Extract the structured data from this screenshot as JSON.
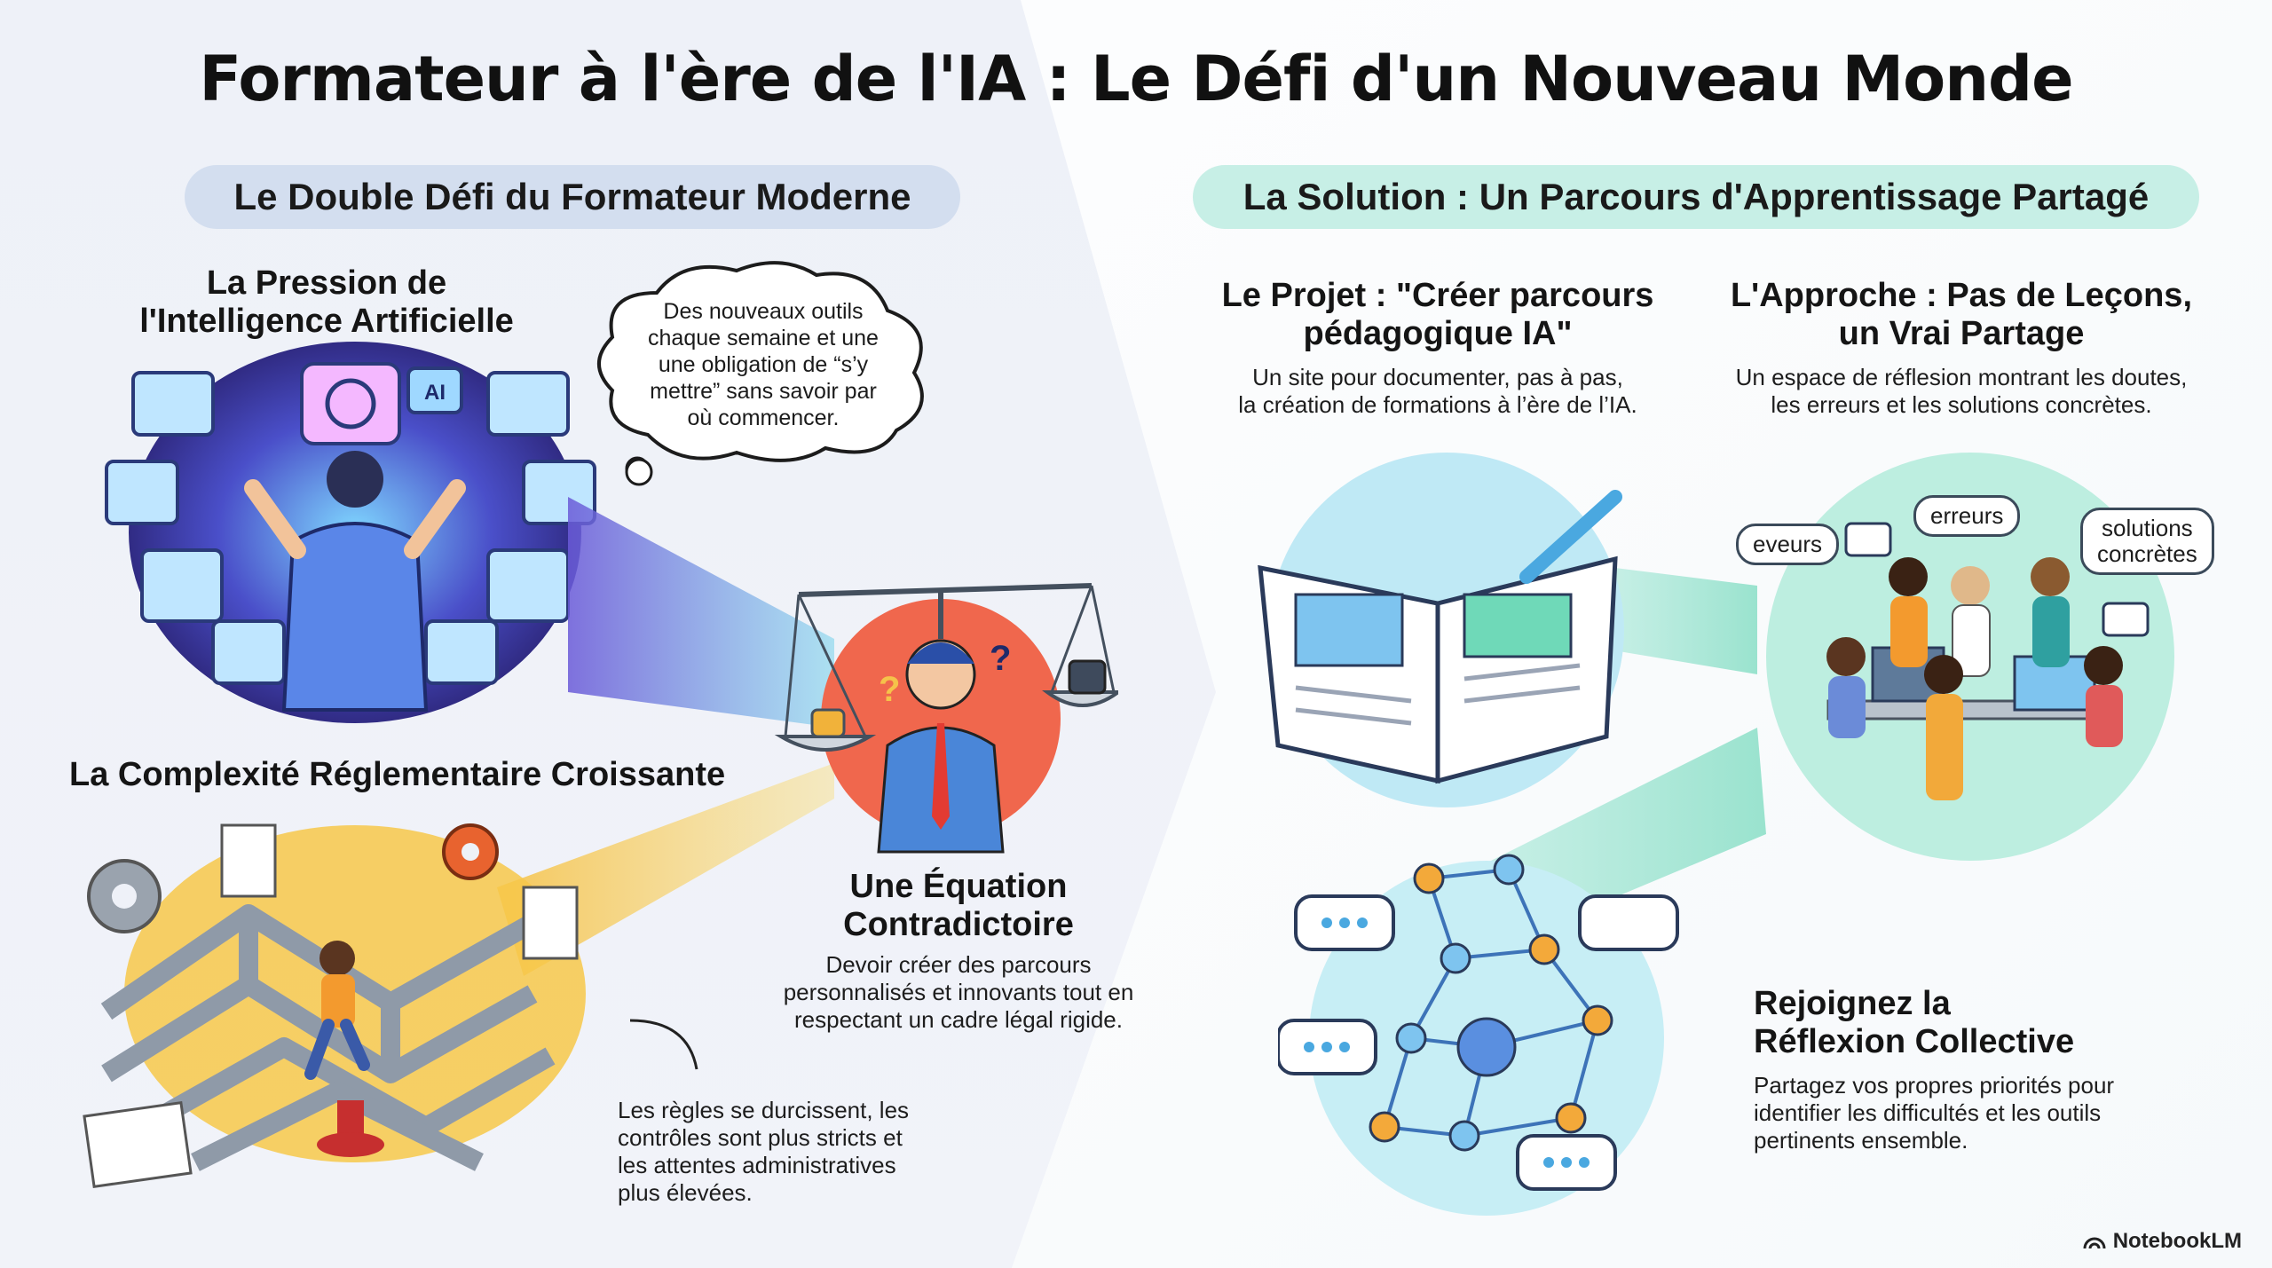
{
  "title": "Formateur à l'ère de l'IA : Le Défi d'un Nouveau Monde",
  "left": {
    "header": "Le Double Défi du Formateur Moderne",
    "ai_pressure": {
      "title_line1": "La Pression de",
      "title_line2": "l'Intelligence Artificielle",
      "thought_line1": "Des nouveaux outils",
      "thought_line2": "chaque semaine et une",
      "thought_line3": "une obligation de “s’y",
      "thought_line4": "mettre” sans savoir par",
      "thought_line5": "où commencer.",
      "badge_ai": "AI"
    },
    "regulation": {
      "title": "La Complexité Réglementaire Croissante",
      "text_line1": "Les règles se durcissent, les",
      "text_line2": "contrôles sont plus stricts et",
      "text_line3": "les attentes administratives",
      "text_line4": "plus élevées."
    },
    "equation": {
      "title_line1": "Une Équation",
      "title_line2": "Contradictoire",
      "text_line1": "Devoir créer des parcours",
      "text_line2": "personnalisés et innovants tout en",
      "text_line3": "respectant un cadre légal rigide."
    }
  },
  "right": {
    "header": "La Solution : Un Parcours d'Apprentissage Partagé",
    "project": {
      "title_line1": "Le Projet : \"Créer parcours",
      "title_line2": "pédagogique IA\"",
      "text_line1": "Un site pour documenter, pas à pas,",
      "text_line2": "la création de formations à l’ère de l’IA."
    },
    "approach": {
      "title_line1": "L'Approche : Pas de Leçons,",
      "title_line2": "un Vrai Partage",
      "text_line1": "Un espace de réflesion montrant les doutes,",
      "text_line2": "les erreurs et les solutions concrètes."
    },
    "chips": {
      "eveurs": "eveurs",
      "erreurs": "erreurs",
      "solutions_line1": "solutions",
      "solutions_line2": "concrètes"
    },
    "join": {
      "title_line1": "Rejoignez la",
      "title_line2": "Réflexion Collective",
      "text_line1": "Partagez vos propres priorités pour",
      "text_line2": "identifier les difficultés et les outils",
      "text_line3": "pertinents ensemble."
    }
  },
  "footer": {
    "brand": "NotebookLM"
  },
  "colors": {
    "left_pill": "#d3deef",
    "right_pill": "#c7efe6",
    "accent_orange": "#f39a2e",
    "accent_teal": "#38c2a6",
    "accent_purple": "#6b4fd8"
  }
}
